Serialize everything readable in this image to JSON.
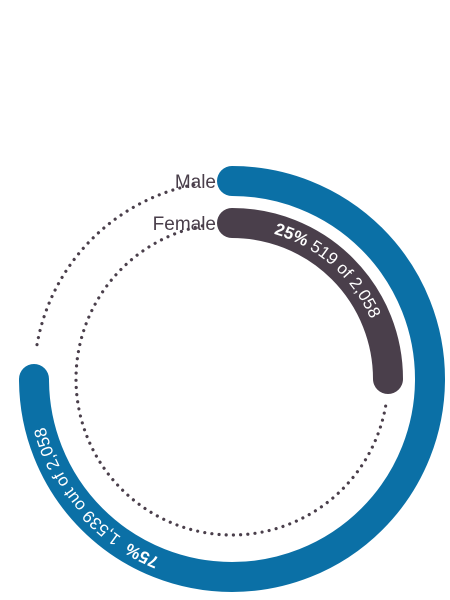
{
  "chart_data": {
    "type": "radial-bar",
    "total": 2058,
    "series": [
      {
        "name": "Male",
        "percent": 75,
        "percent_label": "75%",
        "value": 1539,
        "detail_label": "1,539 out of 2,058",
        "color": "#0b70a6"
      },
      {
        "name": "Female",
        "percent": 25,
        "percent_label": "25%",
        "value": 519,
        "detail_label": "519 of 2,058",
        "color": "#4a3f4b"
      }
    ],
    "track_style": "dotted",
    "track_color": "#4a3f4b",
    "label_color": "#4a3f4b"
  }
}
